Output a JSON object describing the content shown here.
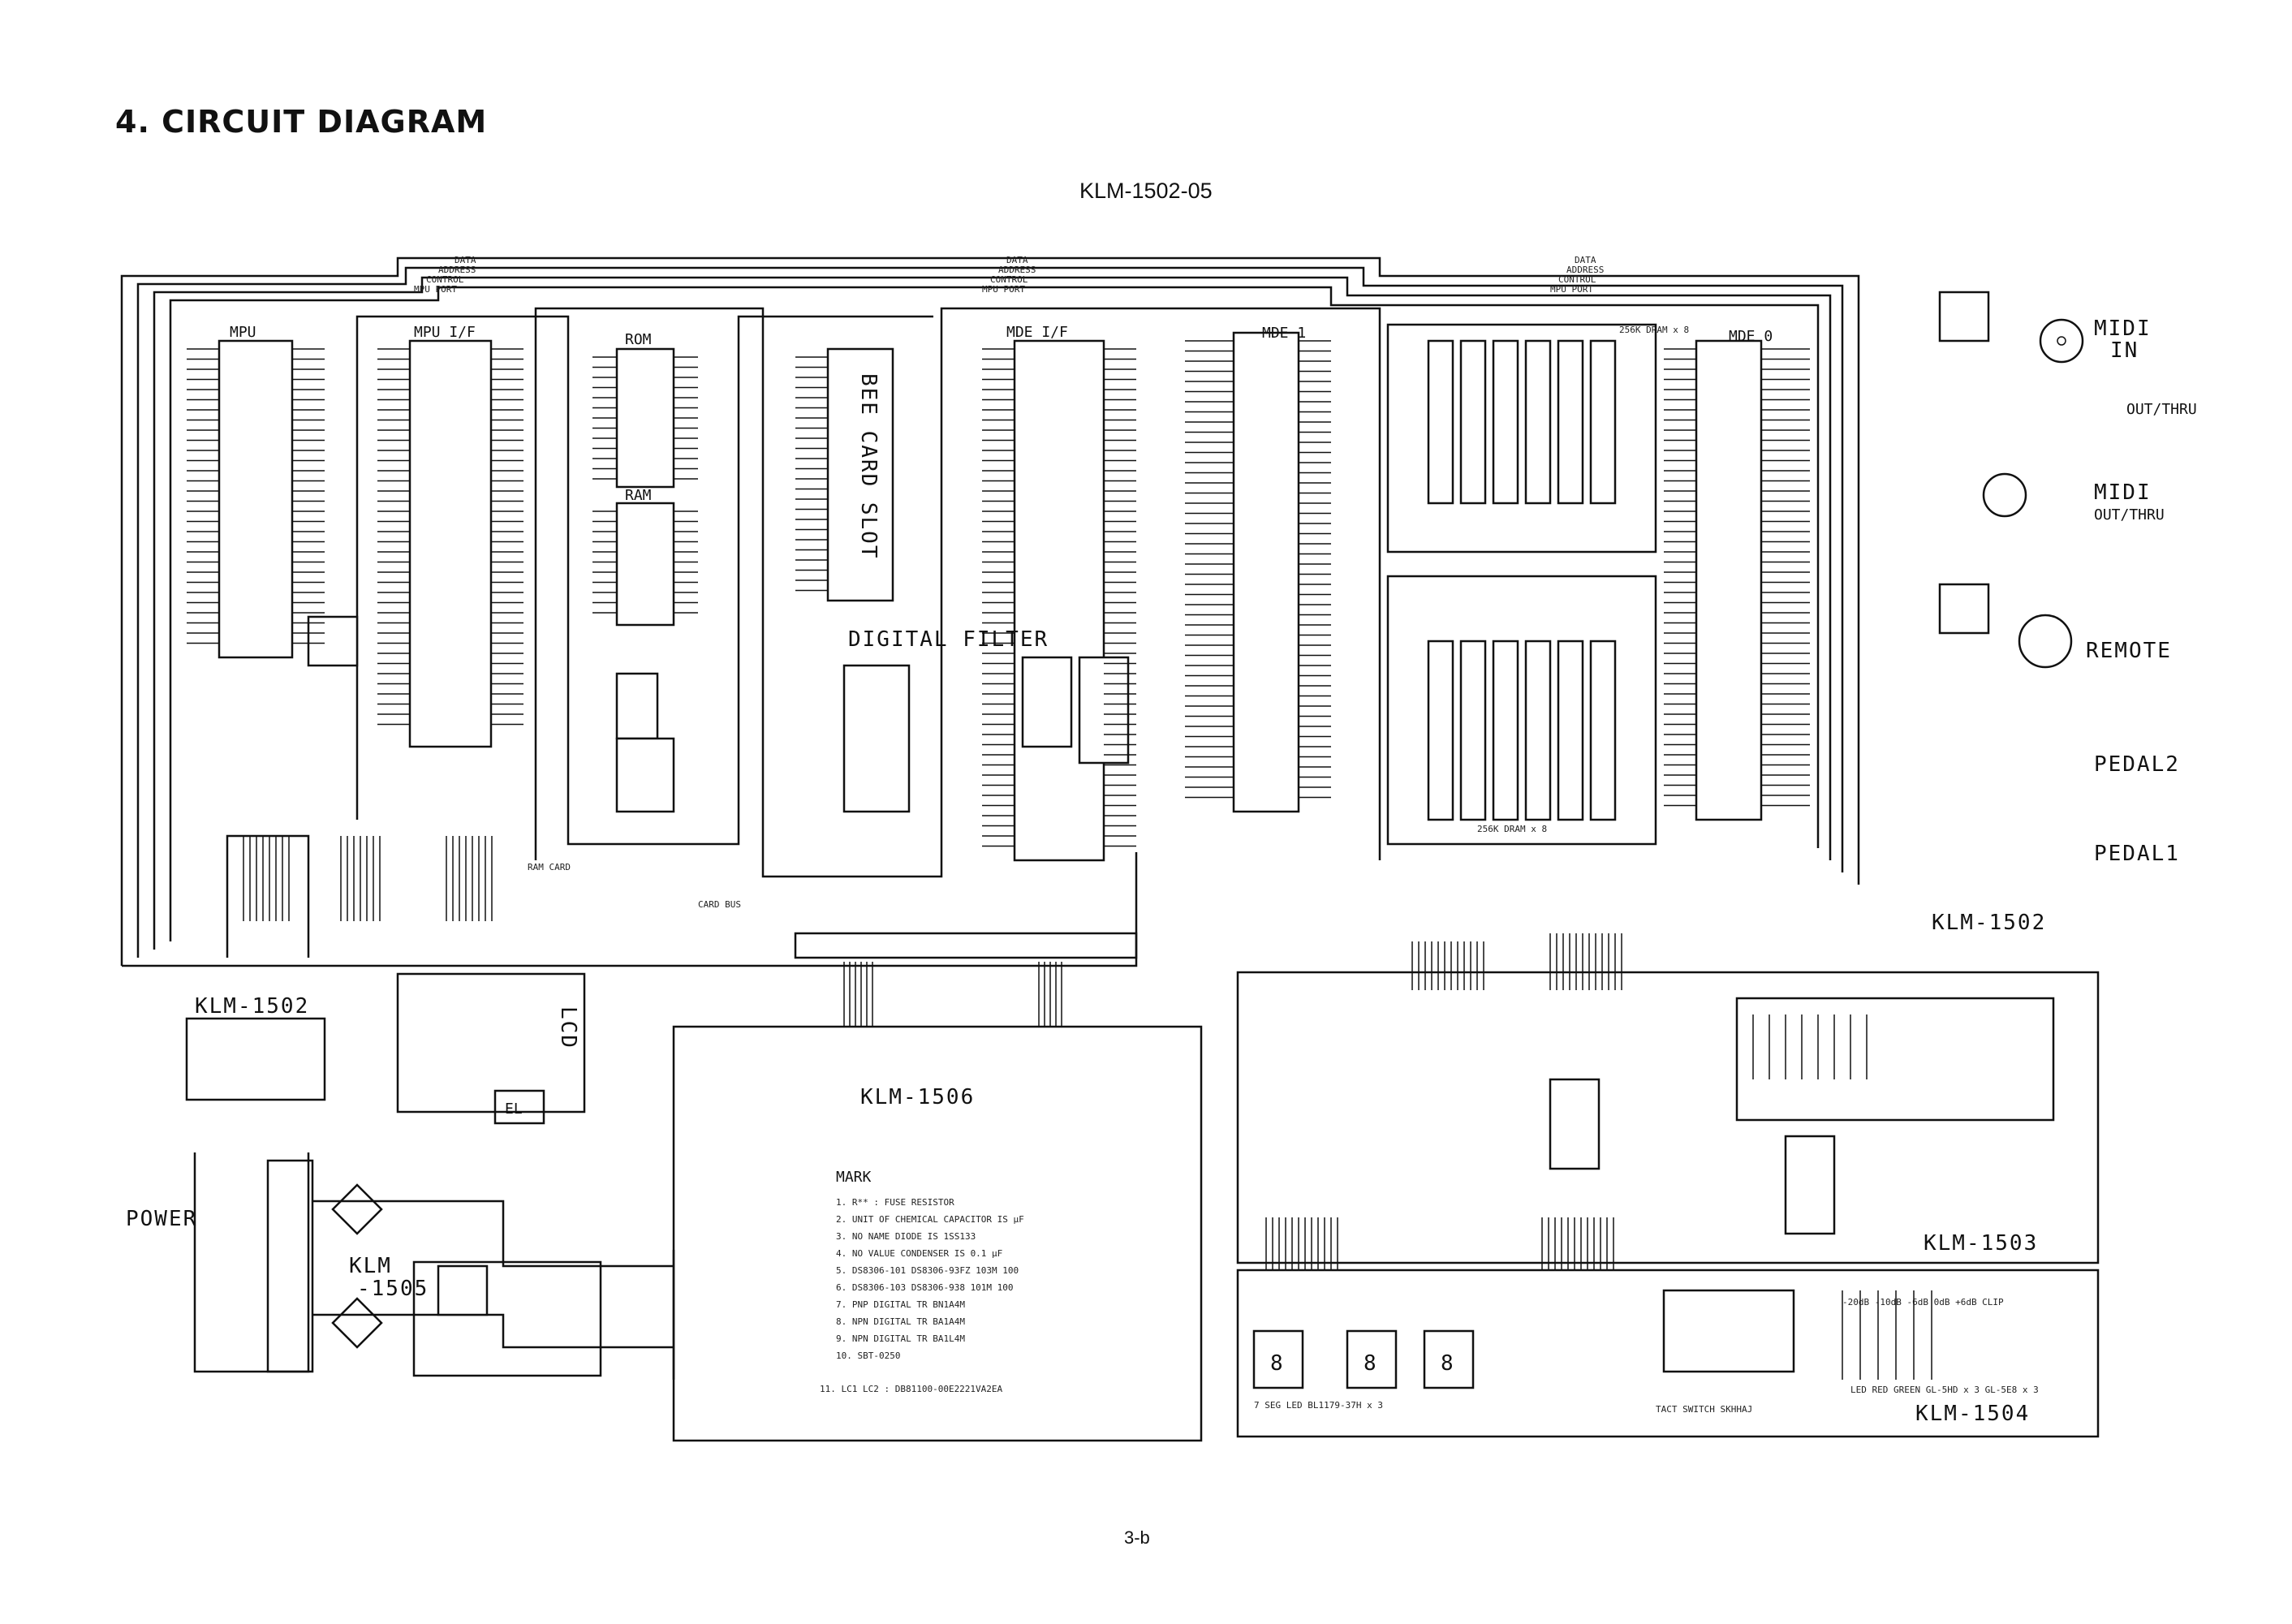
{
  "page": {
    "heading": "4. CIRCUIT DIAGRAM",
    "model": "KLM-1502-05",
    "page_number": "3-b"
  },
  "bus_labels": [
    "DATA",
    "ADDRESS",
    "CONTROL",
    "MPU PORT"
  ],
  "main_chips": [
    {
      "id": "mpu",
      "label": "MPU"
    },
    {
      "id": "mpu-if",
      "label": "MPU I/F"
    },
    {
      "id": "rom",
      "label": "ROM"
    },
    {
      "id": "ram",
      "label": "RAM"
    },
    {
      "id": "bee-card-slot",
      "label": "BEE CARD SLOT"
    },
    {
      "id": "mde-if",
      "label": "MDE I/F"
    },
    {
      "id": "mde-1",
      "label": "MDE 1"
    },
    {
      "id": "mde-0",
      "label": "MDE 0"
    },
    {
      "id": "digital-filter",
      "label": "DIGITAL FILTER"
    }
  ],
  "connectors": [
    {
      "id": "midi-in",
      "label": "MIDI IN"
    },
    {
      "id": "out-thru",
      "label": "OUT/THRU"
    },
    {
      "id": "midi-out-thru",
      "label": "MIDI OUT/THRU"
    },
    {
      "id": "remote",
      "label": "REMOTE"
    },
    {
      "id": "pedal2",
      "label": "PEDAL2"
    },
    {
      "id": "pedal1",
      "label": "PEDAL1"
    },
    {
      "id": "power",
      "label": "POWER"
    },
    {
      "id": "lcd",
      "label": "LCD"
    },
    {
      "id": "el",
      "label": "EL"
    }
  ],
  "boards": [
    {
      "id": "klm-1502-main",
      "label": "KLM-1502"
    },
    {
      "id": "klm-1502-sub",
      "label": "KLM-1502"
    },
    {
      "id": "klm-1506",
      "label": "KLM-1506"
    },
    {
      "id": "klm-1505",
      "label": "KLM\n-1505"
    },
    {
      "id": "klm-1503",
      "label": "KLM-1503"
    },
    {
      "id": "klm-1504",
      "label": "KLM-1504"
    }
  ],
  "mark_notes": {
    "title": "MARK",
    "items": [
      "1. R** : FUSE RESISTOR",
      "2. UNIT OF CHEMICAL CAPACITOR IS μF",
      "3. NO NAME DIODE IS 1SS133",
      "4. NO VALUE CONDENSER IS 0.1 μF",
      "5. DS8306-101 DS8306-93FZ 103M 100",
      "6. DS8306-103 DS8306-938 101M 100",
      "7. PNP DIGITAL TR  BN1A4M",
      "8. NPN DIGITAL TR  BA1A4M",
      "9. NPN DIGITAL TR  BA1L4M",
      "10. SBT-0250",
      "11. LC1  LC2 : DB81100-00E2221VA2EA"
    ]
  },
  "misc_labels": {
    "ram_card": "RAM CARD",
    "card_bus": "CARD BUS",
    "dram_upper": "256K DRAM x 8",
    "dram_lower": "256K DRAM x 8",
    "seg7": "7 SEG LED BL1179-37H x 3",
    "tact": "TACT SWITCH SKHHAJ",
    "led_levels": "-20dB -10dB -6dB 0dB +6dB CLIP",
    "led_colors": "LED RED  GREEN  GL-5HD x 3  GL-5E8 x 3"
  }
}
